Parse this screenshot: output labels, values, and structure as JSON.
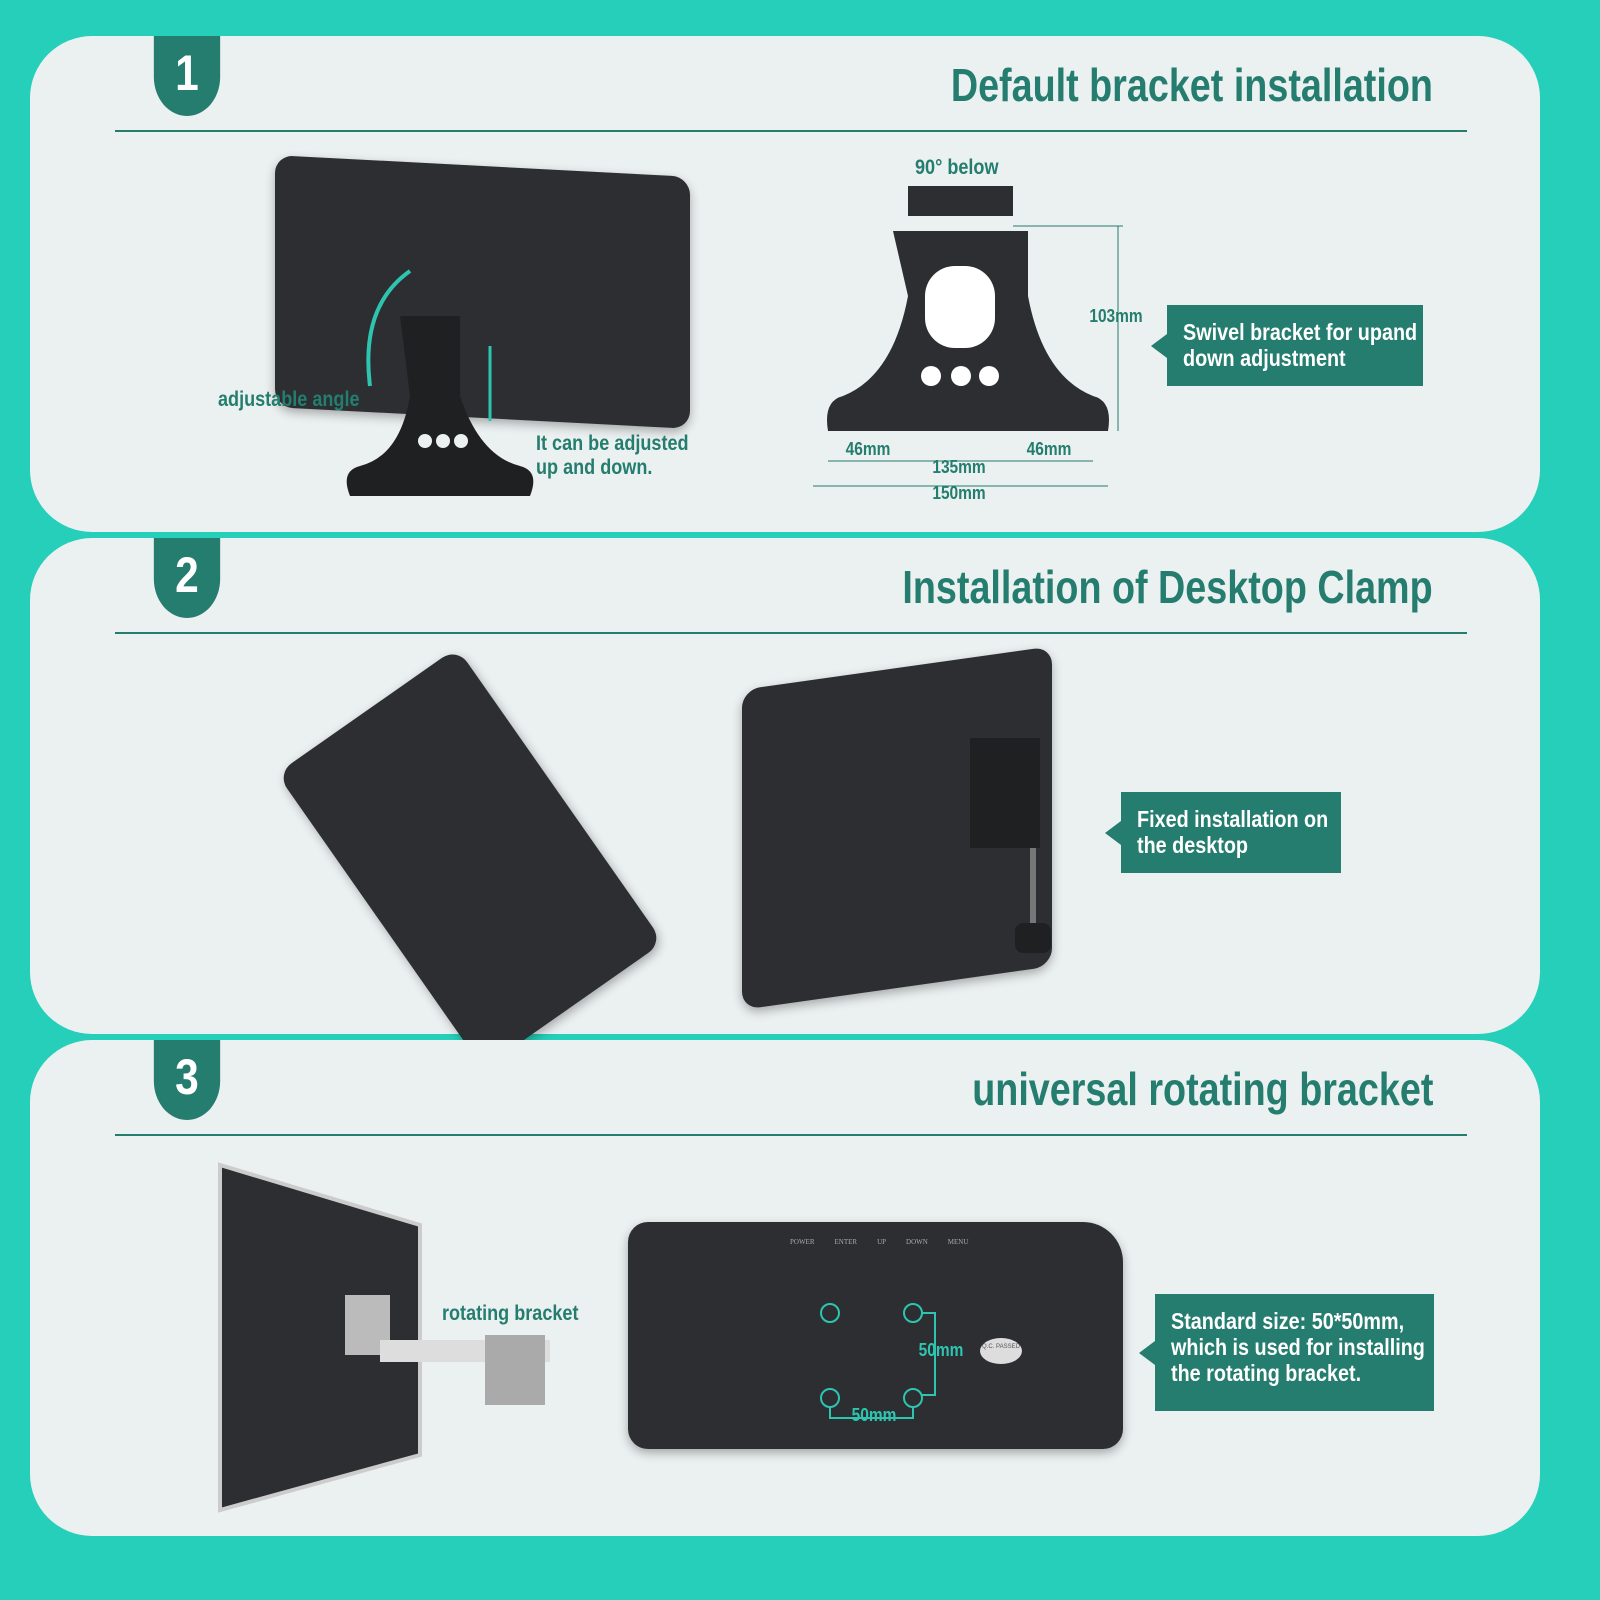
{
  "sections": [
    {
      "number": "1",
      "title": "Default bracket installation",
      "labels": {
        "angle": "adjustable angle",
        "updown_1": "It can be adjusted",
        "updown_2": "up and down.",
        "below": "90° below"
      },
      "dimensions": {
        "height": "103mm",
        "left_slot": "46mm",
        "right_slot": "46mm",
        "inner": "135mm",
        "outer": "150mm"
      },
      "callout": [
        "Swivel bracket for upand",
        "down adjustment"
      ]
    },
    {
      "number": "2",
      "title": "Installation of Desktop Clamp",
      "callout": [
        "Fixed installation on",
        "the desktop"
      ]
    },
    {
      "number": "3",
      "title": "universal rotating bracket",
      "labels": {
        "rotating": "rotating bracket",
        "dim_v": "50mm",
        "dim_h": "50mm",
        "qc": "Q.C. PASSED"
      },
      "buttons": [
        "POWER",
        "ENTER",
        "UP",
        "DOWN",
        "MENU"
      ],
      "callout": [
        "Standard size: 50*50mm,",
        "which is used for installing",
        "the rotating bracket."
      ]
    }
  ],
  "colors": {
    "background": "#25cfba",
    "panel": "#ebf0f0",
    "brand": "#247d6e",
    "accent": "#2ec5b0"
  }
}
